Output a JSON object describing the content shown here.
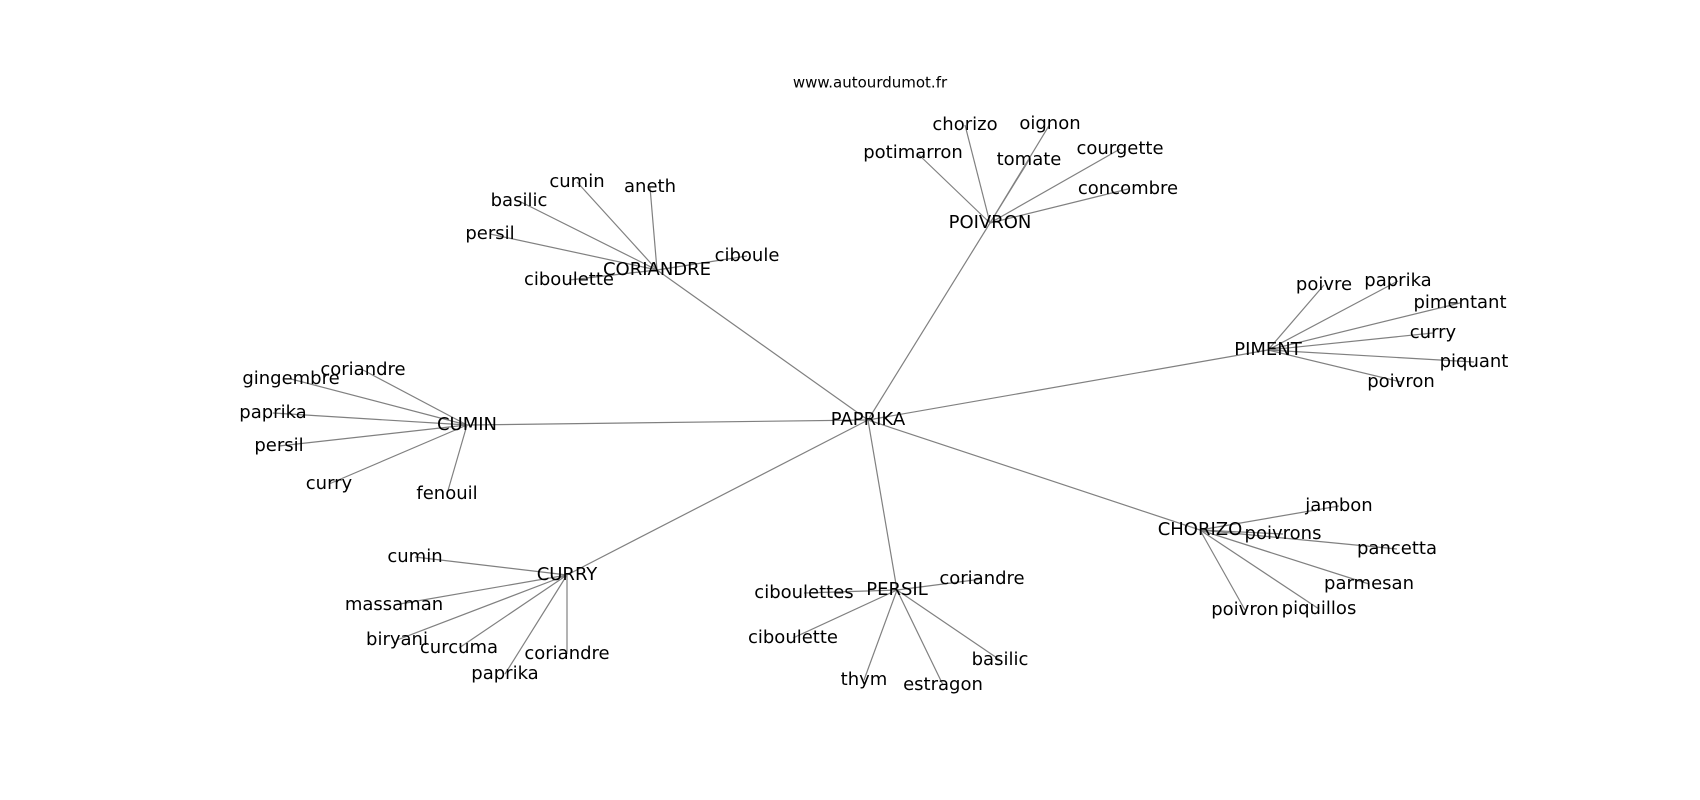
{
  "site": "www.autourdumot.fr",
  "center": "PAPRIKA",
  "hubs": [
    {
      "name": "CORIANDRE",
      "leaves": [
        "cumin",
        "aneth",
        "basilic",
        "persil",
        "ciboulette",
        "ciboule"
      ]
    },
    {
      "name": "POIVRON",
      "leaves": [
        "chorizo",
        "oignon",
        "potimarron",
        "tomate",
        "courgette",
        "concombre"
      ]
    },
    {
      "name": "PIMENT",
      "leaves": [
        "poivre",
        "paprika",
        "pimentant",
        "curry",
        "piquant",
        "poivron"
      ]
    },
    {
      "name": "CUMIN",
      "leaves": [
        "coriandre",
        "gingembre",
        "paprika",
        "persil",
        "curry",
        "fenouil"
      ]
    },
    {
      "name": "CHORIZO",
      "leaves": [
        "jambon",
        "poivrons",
        "pancetta",
        "parmesan",
        "piquillos",
        "poivron"
      ]
    },
    {
      "name": "CURRY",
      "leaves": [
        "cumin",
        "massaman",
        "biryani",
        "curcuma",
        "coriandre",
        "paprika"
      ]
    },
    {
      "name": "PERSIL",
      "leaves": [
        "coriandre",
        "ciboulettes",
        "ciboulette",
        "basilic",
        "thym",
        "estragon"
      ]
    }
  ]
}
